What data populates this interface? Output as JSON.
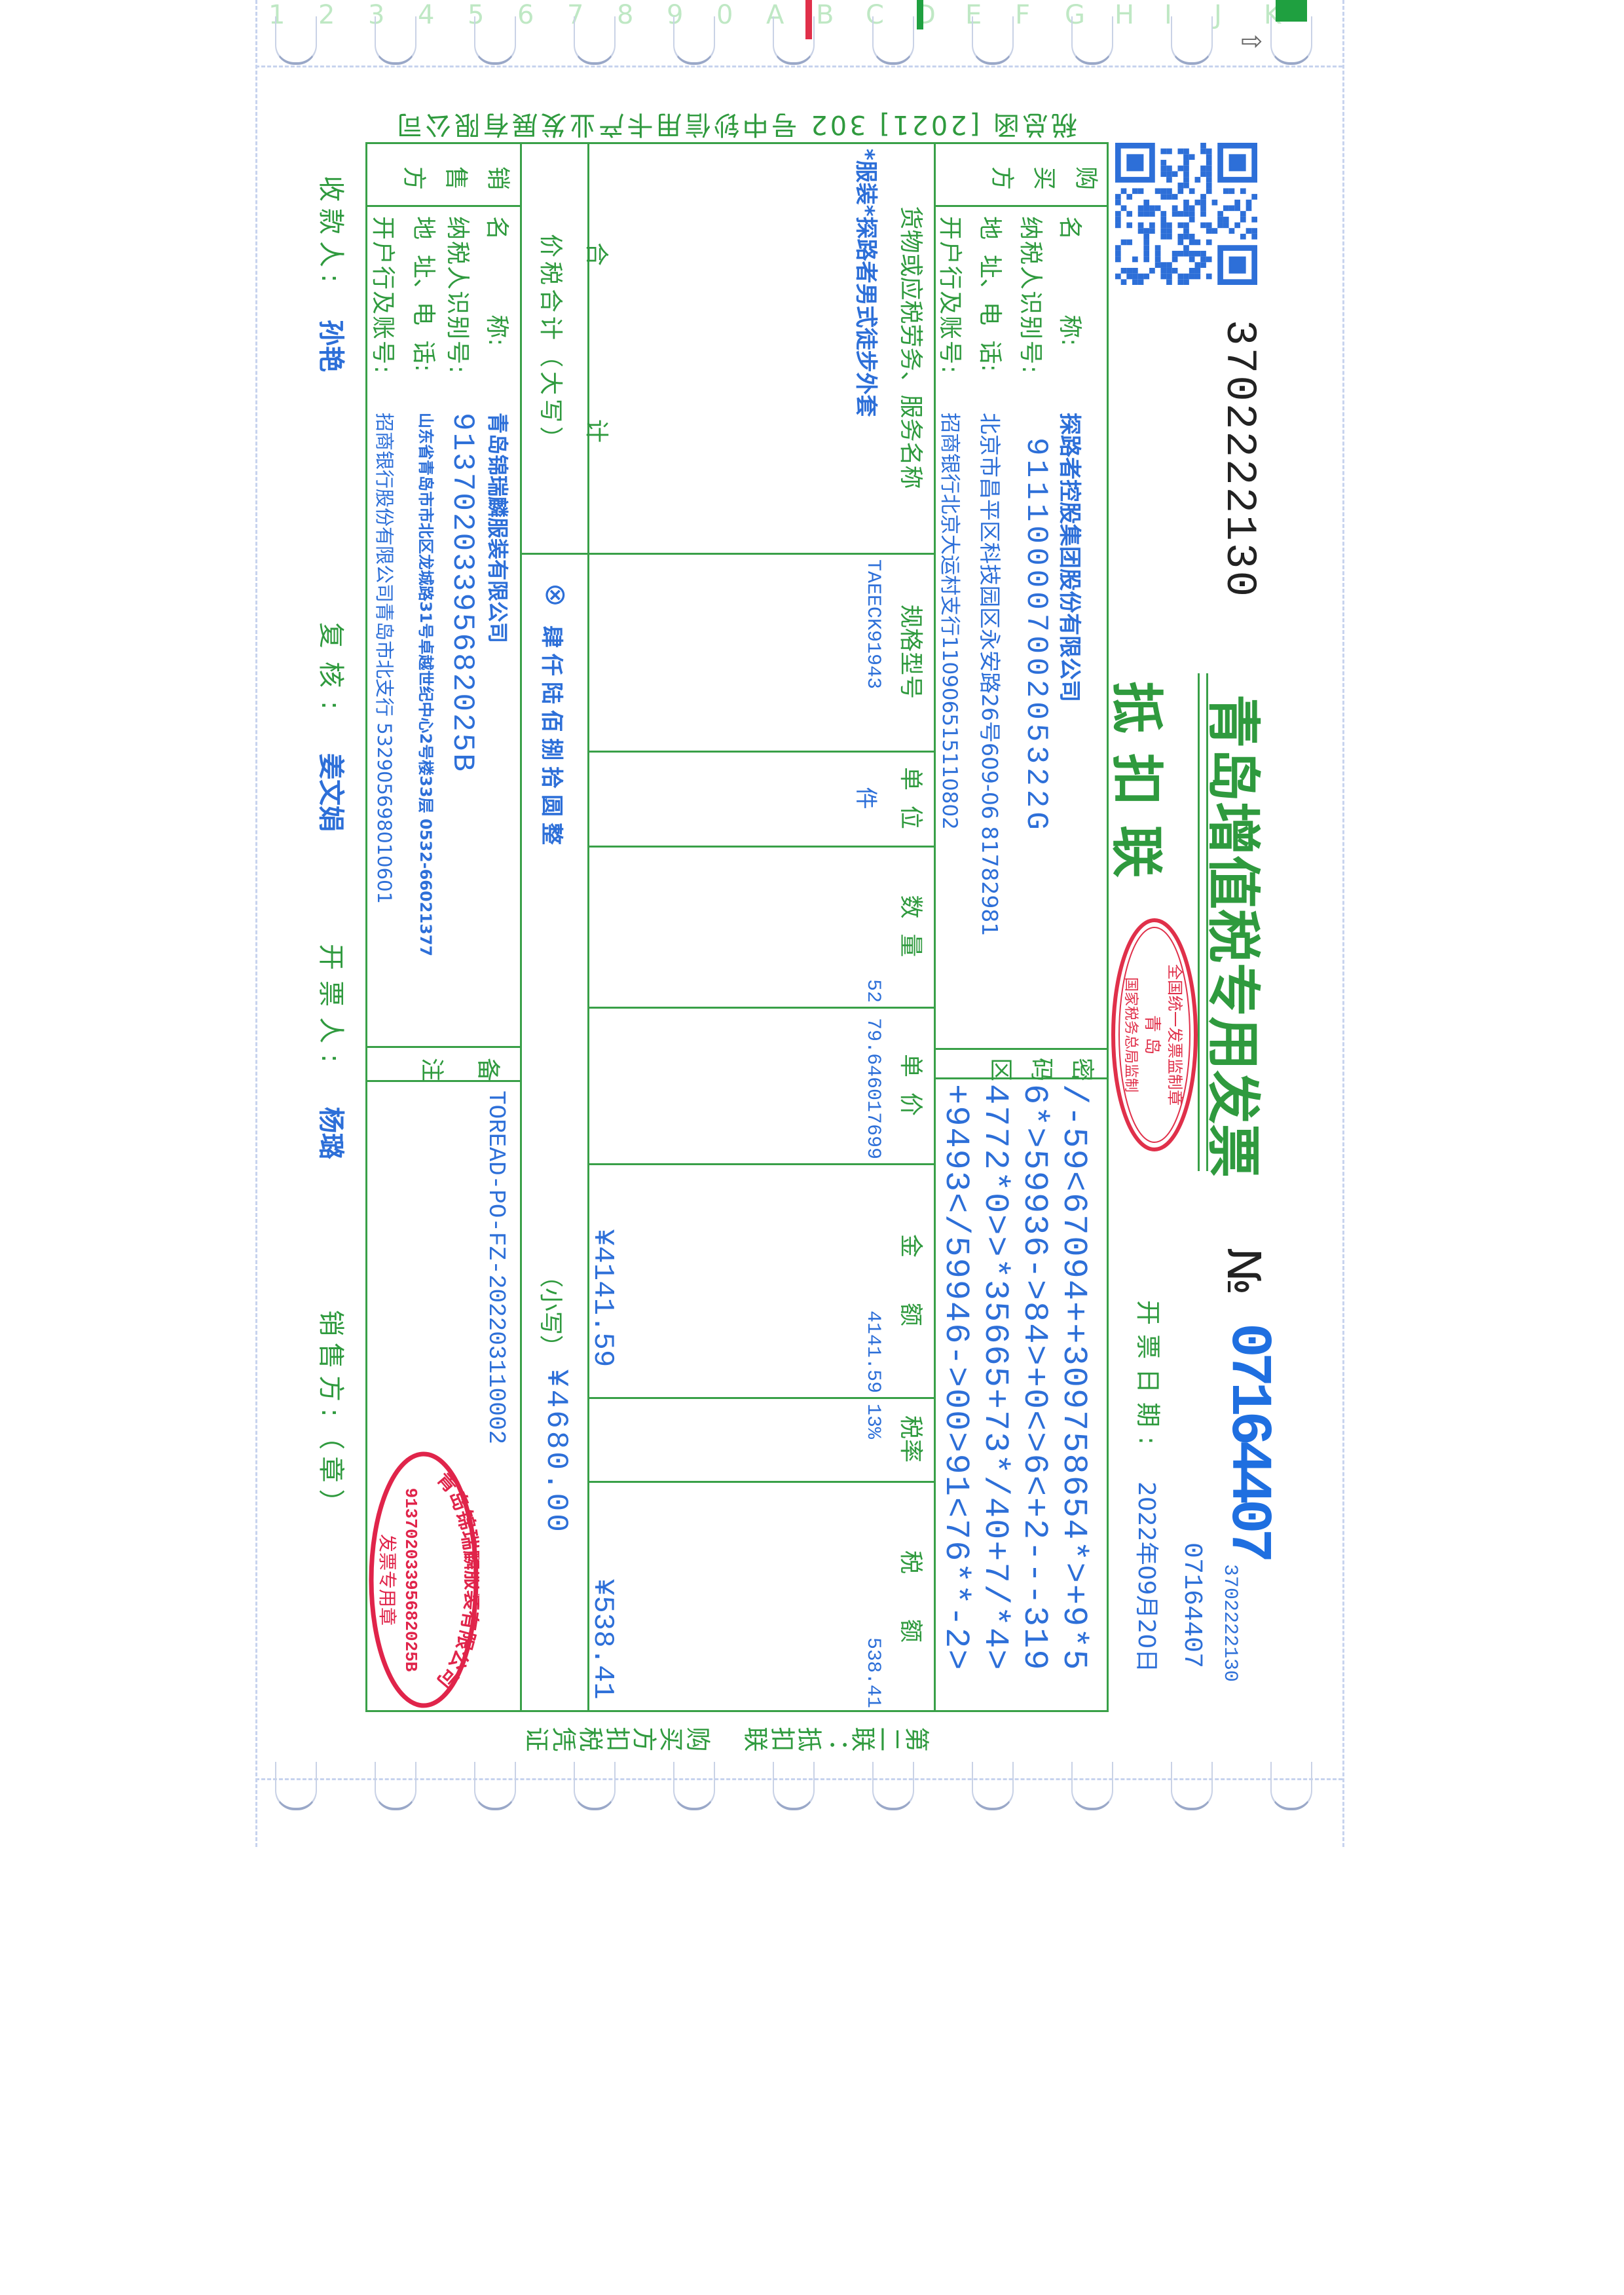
{
  "pin_strip": {
    "labels": [
      "1",
      "2",
      "3",
      "4",
      "5",
      "6",
      "7",
      "8",
      "9",
      "0",
      "A",
      "B",
      "C",
      "D",
      "E",
      "F",
      "G",
      "H",
      "I",
      "J",
      "K"
    ]
  },
  "printer_line": "税总函 [2021] 302 号中钞信用卡产业发展有限公司",
  "header": {
    "invoice_code": "3702222130",
    "title": "青岛增值税专用发票",
    "copy_type": "抵扣联",
    "no_symbol": "№",
    "invoice_number": "07164407",
    "code_small": "3702222130",
    "number_small": "07164407",
    "date_label": "开票日期:",
    "date": "2022年09月20日"
  },
  "tax_seal": {
    "top": "全国统一发票监制章",
    "middle": "青 岛",
    "bottom": "国家税务总局监制"
  },
  "buyer": {
    "side_label": "购买方",
    "name_label": "名          称:",
    "taxid_label": "纳税人识别号:",
    "address_label": "地  址、电  话:",
    "bank_label": "开户行及账号:",
    "name": "探路者控股集团股份有限公司",
    "taxid": "91110000700205322G",
    "address": "北京市昌平区科技园区永安路26号609-06 81782981",
    "bank": "招商银行北京大运村支行110906515110802"
  },
  "cipher": {
    "label": "密码区",
    "lines": [
      "/-59<67094++309758654*>+9*5",
      "6*>59936->84>+0<>6<+2---319",
      "4772*0>>*35665+73*/40+7/*4>",
      "+9493</59946->00>91<76**-2>"
    ]
  },
  "goods": {
    "headers": [
      "货物或应税劳务、服务名称",
      "规格型号",
      "单  位",
      "数  量",
      "单  价",
      "金      额",
      "税率",
      "税      额"
    ],
    "items": [
      {
        "name": "*服装*探路者男式徒步外套",
        "spec": "TAEECK91943",
        "unit": "件",
        "qty": "52",
        "price": "79.646017699",
        "amount": "4141.59",
        "rate": "13%",
        "tax": "538.41"
      }
    ],
    "total_label_1": "合",
    "total_label_2": "计",
    "total_amount": "¥4141.59",
    "total_tax": "¥538.41"
  },
  "grand_total": {
    "label": "价税合计（大写）",
    "icon": "circle-x-icon",
    "words": "肆仟陆佰捌拾圆整",
    "small_label": "（小写）",
    "amount": "¥4680.00"
  },
  "seller": {
    "side_label": "销售方",
    "name_label": "名          称:",
    "taxid_label": "纳税人识别号:",
    "address_label": "地  址、电  话:",
    "bank_label": "开户行及账号:",
    "name": "青岛锦瑞麟服装有限公司",
    "taxid": "91370203395682025B",
    "address": "山东省青岛市市北区龙城路31号卓越世纪中心2号楼33层 0532-66021377",
    "bank": "招商银行股份有限公司青岛市北支行 532905698010601"
  },
  "remarks": {
    "label": "备注",
    "text": "TOREAD-PO-FZ-202203110002"
  },
  "footer": {
    "payee_label": "收款人:",
    "payee": "孙艳",
    "reviewer_label": "复核:",
    "reviewer": "姜文娟",
    "issuer_label": "开票人:",
    "issuer": "杨璐",
    "seller_label": "销售方:（章）"
  },
  "copy_note": "第二联：抵扣联 购买方扣税凭证",
  "seller_seal": {
    "company": "青岛锦瑞麟服装有限公司",
    "taxid": "91370203395682025B",
    "type": "发票专用章"
  }
}
